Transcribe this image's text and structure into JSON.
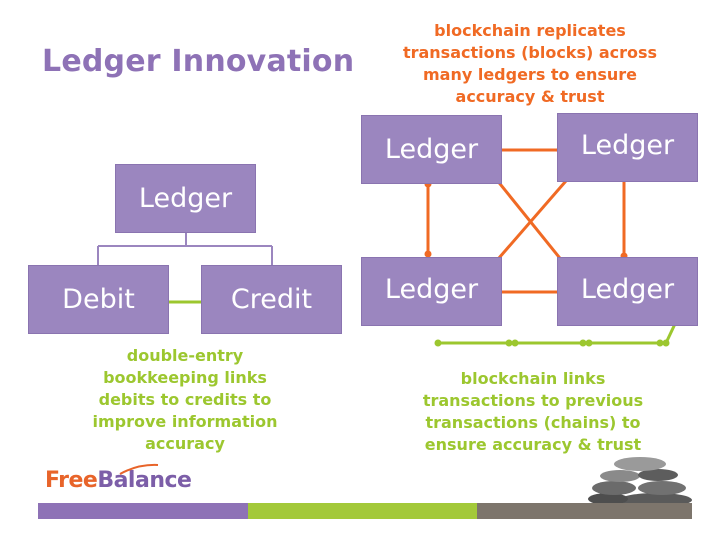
{
  "title": "Ledger Innovation",
  "left_diagram": {
    "top_box": "Ledger",
    "debit_box": "Debit",
    "credit_box": "Credit",
    "note": "double-entry bookkeeping links debits to credits to improve information accuracy"
  },
  "right_diagram": {
    "boxes": [
      "Ledger",
      "Ledger",
      "Ledger",
      "Ledger"
    ],
    "top_note": "blockchain replicates transactions (blocks) across many ledgers to ensure  accuracy & trust",
    "bottom_note": "blockchain links transactions to previous transactions (chains) to ensure accuracy & trust"
  },
  "logo": {
    "part1": "Free",
    "part2": "Balance"
  },
  "colors": {
    "title": "#8e72b6",
    "box": "#9b86bf",
    "orange": "#f06a24",
    "green": "#9cc72f",
    "bar_purple": "#8e72b6",
    "bar_green": "#a3c93a",
    "bar_gray": "#7d756c"
  }
}
